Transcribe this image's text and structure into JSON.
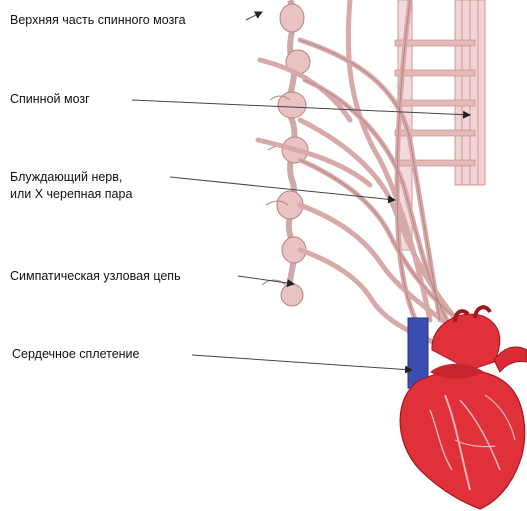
{
  "labels": [
    {
      "id": "upper-spinal-cord",
      "lines": [
        "Верхняя часть спинного мозга"
      ]
    },
    {
      "id": "spinal-cord",
      "lines": [
        "Спинной мозг"
      ]
    },
    {
      "id": "vagus-nerve",
      "lines": [
        "Блуждающий нерв,",
        "или X черепная пара"
      ]
    },
    {
      "id": "sympathetic-chain",
      "lines": [
        "Симпатическая узловая цепь"
      ]
    },
    {
      "id": "cardiac-plexus",
      "lines": [
        "Сердечное сплетение"
      ]
    }
  ],
  "colors": {
    "nerve": "#d7a9a9",
    "nerve_edge": "#b27c7c",
    "spinal_column": "#f0d3d3",
    "heart": "#e0303a",
    "heart_dark": "#a3151f",
    "heart_vessel": "#f6b3b7",
    "vena_cava": "#3a4fb0",
    "leader_line": "#444444"
  }
}
